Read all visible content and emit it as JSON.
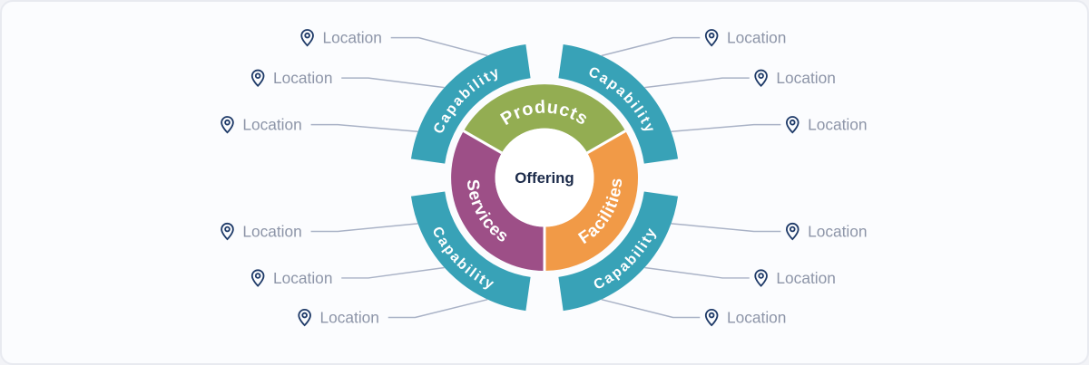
{
  "canvas": {
    "background": "#fbfcfe",
    "border_color": "#e8eaf0"
  },
  "center": {
    "label": "Offering",
    "text_color": "#1c2b4a",
    "fill": "#ffffff"
  },
  "inner_ring": {
    "label_color": "#ffffff",
    "segments": [
      {
        "id": "products",
        "label": "Products",
        "color": "#93ad52",
        "position": "top"
      },
      {
        "id": "facilities",
        "label": "Facilities",
        "color": "#f19a47",
        "position": "bottom-right"
      },
      {
        "id": "services",
        "label": "Services",
        "color": "#9d4f87",
        "position": "bottom-left"
      }
    ]
  },
  "outer_ring": {
    "color": "#38a2b7",
    "label_color": "#ffffff",
    "segments": [
      {
        "position": "top-left",
        "label": "Capability"
      },
      {
        "position": "top-right",
        "label": "Capability"
      },
      {
        "position": "bottom-right",
        "label": "Capability"
      },
      {
        "position": "bottom-left",
        "label": "Capability"
      }
    ]
  },
  "connectors": {
    "line_color": "#a9b2c6"
  },
  "locations": {
    "pin_color": "#1e3a68",
    "text_color": "#8d95a8",
    "left": [
      {
        "label": "Location"
      },
      {
        "label": "Location"
      },
      {
        "label": "Location"
      },
      {
        "label": "Location"
      },
      {
        "label": "Location"
      },
      {
        "label": "Location"
      }
    ],
    "right": [
      {
        "label": "Location"
      },
      {
        "label": "Location"
      },
      {
        "label": "Location"
      },
      {
        "label": "Location"
      },
      {
        "label": "Location"
      },
      {
        "label": "Location"
      }
    ]
  }
}
